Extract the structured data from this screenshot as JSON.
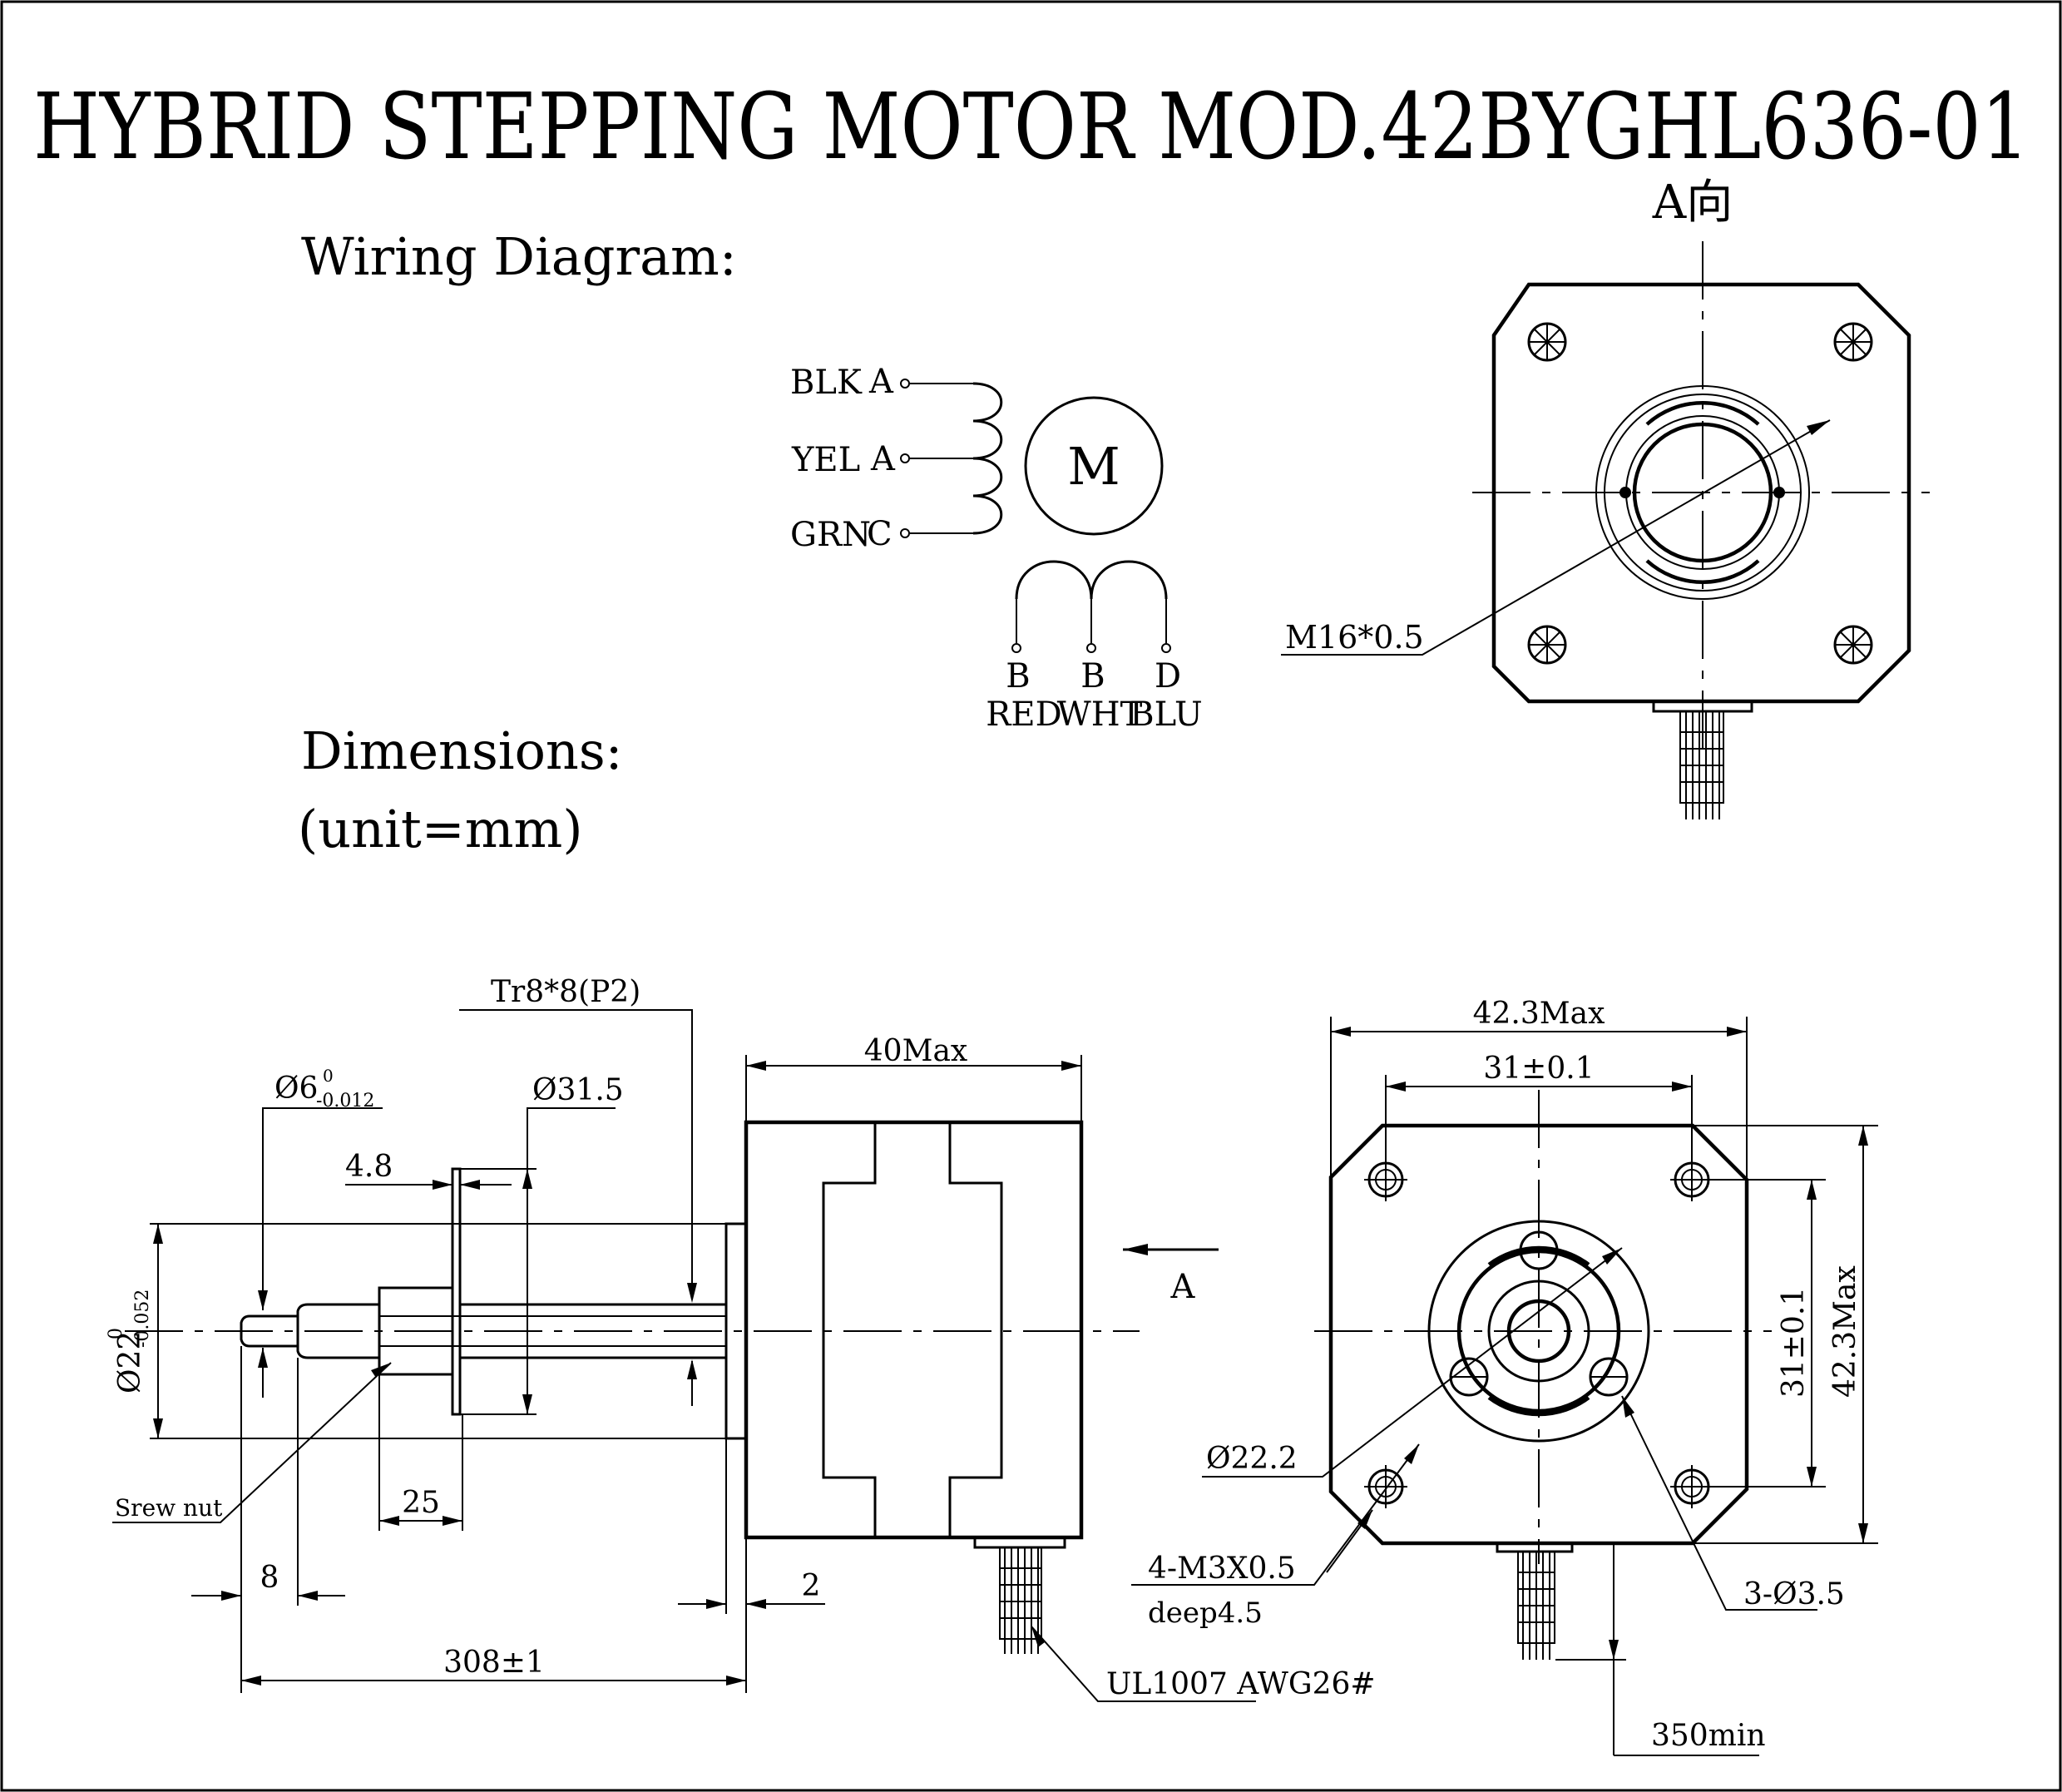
{
  "title": "HYBRID STEPPING MOTOR MOD.42BYGHL636-01",
  "wiring": {
    "heading": "Wiring Diagram:",
    "motor_label": "M",
    "left_wires": [
      {
        "color": "BLK",
        "phase": "A"
      },
      {
        "color": "YEL",
        "phase": "A"
      },
      {
        "color": "GRN",
        "phase": "C"
      }
    ],
    "bottom_wires": [
      {
        "phase": "B",
        "color": "RED"
      },
      {
        "phase": "B",
        "color": "WHT"
      },
      {
        "phase": "D",
        "color": "BLU"
      }
    ]
  },
  "dimensions": {
    "heading": "Dimensions:",
    "unit": "(unit=mm)"
  },
  "view_a": {
    "label": "A向",
    "thread": "M16*0.5"
  },
  "side_view": {
    "lead_screw": "Tr8*8(P2)",
    "shaft_dia": "Ø6",
    "shaft_tol_upper": "0",
    "shaft_tol_lower": "-0.012",
    "nut_flange_dia": "Ø31.5",
    "flange_thk": "4.8",
    "boss_dia": "Ø22",
    "boss_tol_upper": "0",
    "boss_tol_lower": "-0.052",
    "body_length": "40Max",
    "nut_label": "Srew nut",
    "nut_length": "25",
    "tip_length": "8",
    "boss_height": "2",
    "total_length": "308±1",
    "cable": "UL1007 AWG26#",
    "section_arrow": "A"
  },
  "front_view": {
    "width": "42.3Max",
    "hole_pitch": "31±0.1",
    "height": "42.3Max",
    "hole_pitch_v": "31±0.1",
    "boss": "Ø22.2",
    "mount": "4-M3X0.5",
    "depth": "deep4.5",
    "holes": "3-Ø3.5",
    "lead_length": "350min"
  }
}
